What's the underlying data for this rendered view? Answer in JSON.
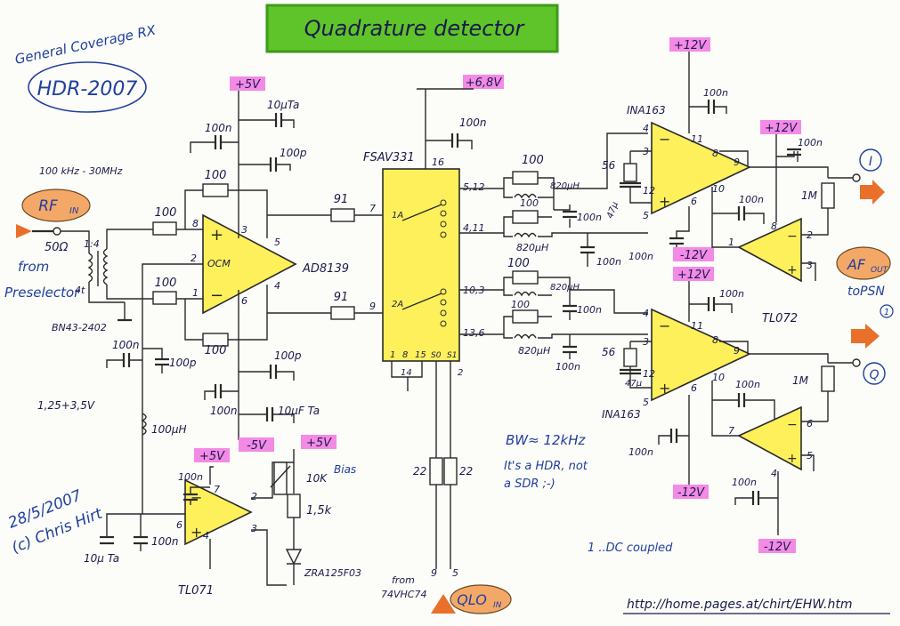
{
  "title": "Quadrature detector",
  "corner": {
    "line1": "General Coverage RX",
    "oval": "HDR-2007"
  },
  "credits": {
    "date": "28/5/2007",
    "author": "(c) Chris Hirt"
  },
  "url": "http://home.pages.at/chirt/EHW.htm",
  "freq_range": "100 kHz - 30MHz",
  "input": {
    "label": "RF",
    "sub": "IN",
    "impedance": "50Ω",
    "note1": "from",
    "note2": "Preselector",
    "ratio": "1:4",
    "turns": "4t",
    "core": "BN43-2402"
  },
  "supplies": {
    "p5": "+5V",
    "m5": "-5V",
    "p68": "+6,8V",
    "p12": "+12V",
    "m12": "-12V"
  },
  "ics": {
    "ad": "AD8139",
    "fsav": "FSAV331",
    "ina": "INA163",
    "tl072": "TL072",
    "tl071": "TL071",
    "ocm": "OCM"
  },
  "components": {
    "r100": "100",
    "r91": "91",
    "r56": "56",
    "r1m": "1M",
    "r22": "22",
    "r10k": "10K",
    "r15k": "1,5k",
    "c100n": "100n",
    "c100p": "100p",
    "c10uTa": "10µTa",
    "c10ufTa": "10µF Ta",
    "c47u": "47µ",
    "l820": "820µH",
    "l100": "100µH",
    "zener": "ZRA125F03",
    "bias": "Bias",
    "vtune": "1,25+3,5V",
    "c10uTa2": "10µ Ta"
  },
  "pins": {
    "p8": "8",
    "p2": "2",
    "p1": "1",
    "p3": "3",
    "p5": "5",
    "p4": "4",
    "p6": "6",
    "p7": "7",
    "p9": "9",
    "p16": "16",
    "p512": "5,12",
    "p411": "4,11",
    "p103": "10,3",
    "p136": "13,6",
    "p14": "14",
    "p15": "15",
    "s0": "S0",
    "s1": "S1",
    "p10": "10",
    "p11": "11",
    "p12": "12",
    "a1": "1A",
    "a2": "2A"
  },
  "outputs": {
    "i": "I",
    "q": "Q",
    "af": "AF",
    "af_sub": "OUT",
    "to": "toPSN",
    "circ": "1"
  },
  "lo": {
    "label": "QLO",
    "sub": "IN",
    "from": "from",
    "from2": "74VHC74"
  },
  "notes": {
    "bw": "BW≈ 12kHz",
    "hdr1": "It's a HDR, not",
    "hdr2": "a SDR ;-)",
    "dc": "1 ..DC coupled"
  },
  "colors": {
    "title_bg": "#5fc42a",
    "title_border": "#3d9b1a",
    "amp": "#fdf05a",
    "pink": "#f38ae6",
    "orange": "#f4a868",
    "ink": "#1f3f9e"
  }
}
